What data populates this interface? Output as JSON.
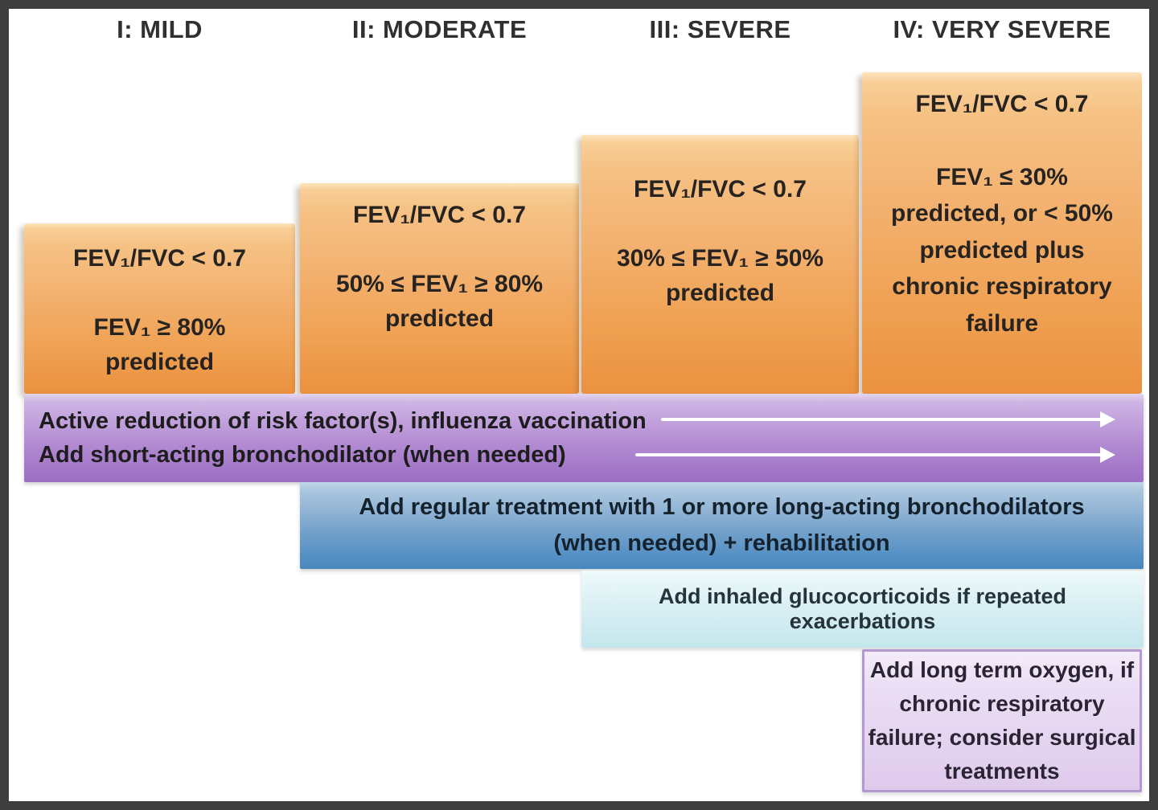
{
  "columns": [
    {
      "header": "I: MILD",
      "criteria": {
        "ratio": "FEV₁/FVC < 0.7",
        "fev": "FEV₁ ≥ 80% predicted"
      }
    },
    {
      "header": "II: MODERATE",
      "criteria": {
        "ratio": "FEV₁/FVC < 0.7",
        "fev": "50% ≤ FEV₁ ≥ 80% predicted"
      }
    },
    {
      "header": "III: SEVERE",
      "criteria": {
        "ratio": "FEV₁/FVC < 0.7",
        "fev": "30% ≤ FEV₁ ≥ 50% predicted"
      }
    },
    {
      "header": "IV: VERY SEVERE",
      "criteria": {
        "ratio": "FEV₁/FVC < 0.7",
        "fev": "FEV₁ ≤ 30%\npredicted, or < 50%\npredicted plus\nchronic respiratory\nfailure"
      }
    }
  ],
  "bands": {
    "risk_reduction": {
      "line1": "Active reduction of risk factor(s), influenza vaccination",
      "line2": "Add short-acting bronchodilator (when needed)",
      "arrow_icon": "right-arrow"
    },
    "long_acting": {
      "text": "Add regular treatment with 1 or more long-acting bronchodilators (when needed) + rehabilitation"
    },
    "glucocorticoids": {
      "text": "Add inhaled glucocorticoids if repeated exacerbations"
    },
    "oxygen": {
      "text": "Add long term oxygen, if\nchronic respiratory\nfailure; consider surgical\ntreatments"
    }
  },
  "colors": {
    "frame_border": "#3e3e3e",
    "box_orange_top": "#fce4bd",
    "box_orange_bottom": "#ea9140",
    "band_purple_top": "#e3d5f0",
    "band_purple_bottom": "#9d6fc5",
    "band_blue_top": "#c2d6e8",
    "band_blue_bottom": "#4787bd",
    "band_cyan_top": "#f0fafc",
    "band_cyan_bottom": "#c3e6ed",
    "box_lavender": "#e5d5f1",
    "arrow": "#ffffff",
    "text": "#262320"
  }
}
